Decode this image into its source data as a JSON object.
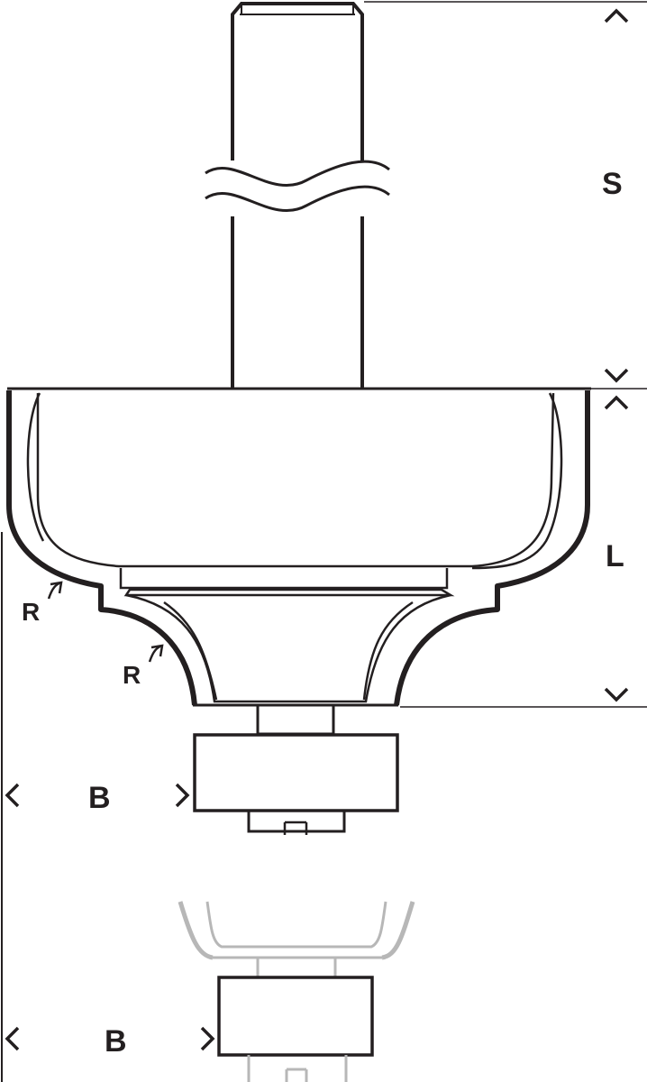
{
  "labels": {
    "shank_length": "S",
    "cutting_length": "L",
    "width_top": "B",
    "width_bottom": "B",
    "radius_upper": "R",
    "radius_lower": "R"
  },
  "colors": {
    "ink": "#231f20",
    "ghost": "#b7b7b7",
    "background": "#ffffff"
  }
}
